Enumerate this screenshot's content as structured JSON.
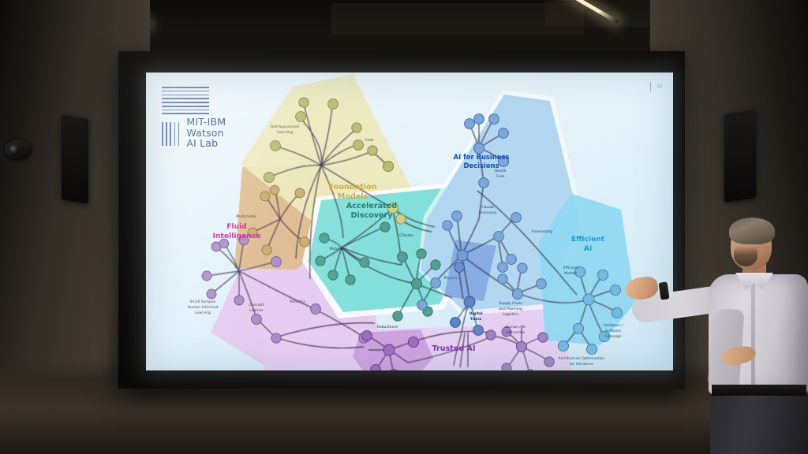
{
  "scene": {
    "setting": "conference room with projection screen and presenter",
    "ceiling_lights": 3
  },
  "slide": {
    "logo": {
      "name": "MIT-IBM Watson AI Lab",
      "lines": [
        "MIT-IBM",
        "Watson",
        "AI Lab"
      ]
    },
    "slide_number": "10",
    "title_visible": false,
    "regions": [
      {
        "id": "foundation-models",
        "label": "Foundation Models",
        "label_color": "#c8a83c",
        "fill": "#ece8b9",
        "nodes": [
          "Self-Supervised Learning",
          "Code"
        ]
      },
      {
        "id": "multimodal",
        "label": "",
        "label_color": "#9a7a3a",
        "fill": "#ddb887",
        "nodes": [
          "Multimodal"
        ]
      },
      {
        "id": "fluid-intelligence",
        "label": "Fluid Intelligence",
        "label_color": "#c2269a",
        "fill": "#e4c8ef",
        "nodes": [
          "Small Sample/ Human Informed Learning",
          "Concept Learner",
          "Robotics"
        ]
      },
      {
        "id": "accelerated-discovery",
        "label": "Accelerated Discovery",
        "label_color": "#1b7c72",
        "fill": "#79ddd6",
        "nodes": [
          "Materials",
          "Climate",
          "Physics"
        ]
      },
      {
        "id": "ai-for-business-decisions",
        "label": "AI for Business Decisions",
        "label_color": "#1547b8",
        "fill": "#aed4f0",
        "nodes": [
          "Health Care",
          "Causal Discovery",
          "Forecasting",
          "Supply Chain and Planning Logistics"
        ]
      },
      {
        "id": "digital-twins",
        "label": "",
        "label_color": "#1a3fa0",
        "fill": "#7fa6e0",
        "nodes": [
          "Digital Twins"
        ]
      },
      {
        "id": "trusted-ai",
        "label": "Trusted AI",
        "label_color": "#7c2fa8",
        "fill": "#e8cdf2",
        "nodes": [
          "Robustness",
          "Human / AI Interaction"
        ]
      },
      {
        "id": "robustness-sub",
        "label": "",
        "label_color": "#7c2fa8",
        "fill": "#cf9fe0",
        "nodes": []
      },
      {
        "id": "efficient-ai",
        "label": "Efficient AI",
        "label_color": "#129ad6",
        "fill": "#8fd8f2",
        "nodes": [
          "Efficient Models",
          "Hardware / Software Codesign",
          "Architecture Optimization for Hardware"
        ]
      }
    ],
    "node_labels": {
      "self_supervised": "Self-Supervised Learning",
      "code": "Code",
      "multimodal": "Multimodal",
      "small_sample": "Small Sample/ Human Informed Learning",
      "concept_learner": "Concept Learner",
      "robotics": "Robotics",
      "materials": "Materials",
      "climate": "Climate",
      "physics": "Physics",
      "health_care": "Health Care",
      "causal_discovery": "Causal Discovery",
      "forecasting": "Forecasting",
      "supply_chain": "Supply Chain and Planning Logistics",
      "digital_twins": "Digital Twins",
      "robustness": "Robustness",
      "human_ai": "Human / AI Interaction",
      "efficient_models": "Efficient Models",
      "hw_sw_codesign": "Hardware / Software Codesign",
      "arch_opt": "Architecture Optimization for Hardware"
    },
    "region_labels": {
      "foundation_models": "Foundation\nModels",
      "foundation_models_l1": "Foundation",
      "foundation_models_l2": "Models",
      "fluid_l1": "Fluid",
      "fluid_l2": "Intelligence",
      "accel_l1": "Accelerated",
      "accel_l2": "Discovery",
      "business_l1": "AI for Business",
      "business_l2": "Decisions",
      "efficient_l1": "Efficient",
      "efficient_l2": "AI",
      "trusted": "Trusted AI"
    },
    "colors": {
      "background": "#e6f3fa",
      "foundation": "#ece8b9",
      "multimodal": "#ddb887",
      "fluid": "#e4c8ef",
      "accelerated": "#79ddd6",
      "business": "#aed4f0",
      "digital_twins": "#7fa6e0",
      "trusted": "#e8cdf2",
      "robustness": "#cf9fe0",
      "efficient": "#8fd8f2",
      "logo_blue": "#21457f"
    }
  }
}
